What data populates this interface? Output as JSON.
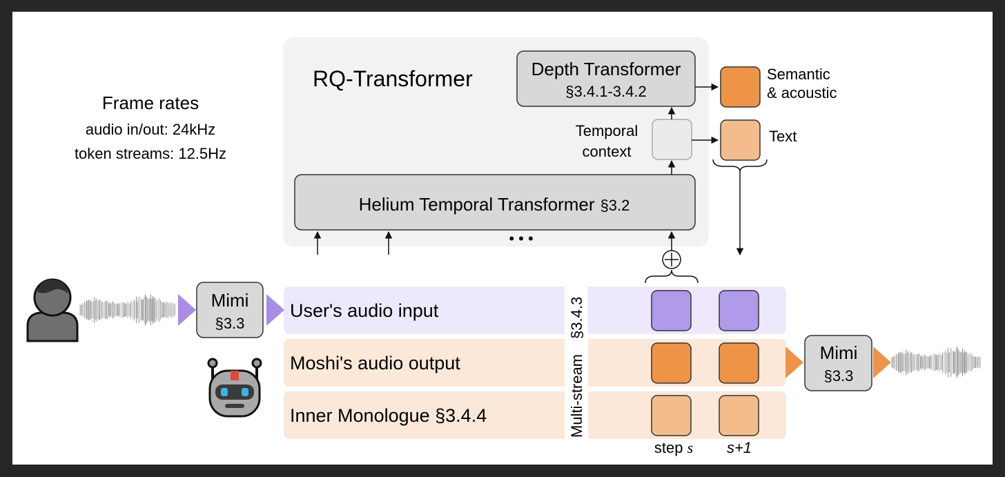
{
  "frame_rates": {
    "title": "Frame rates",
    "audio": "audio in/out: 24kHz",
    "tokens": "token streams: 12.5Hz"
  },
  "rq_transformer": {
    "title": "RQ-Transformer",
    "depth_title": "Depth Transformer",
    "depth_ref": "§3.4.1-3.4.2",
    "temporal_context_line1": "Temporal",
    "temporal_context_line2": "context",
    "helium_title": "Helium Temporal  Transformer",
    "helium_ref": "§3.2",
    "ellipsis": "• • •"
  },
  "outputs": {
    "semantic_line1": "Semantic",
    "semantic_line2": "& acoustic",
    "text": "Text"
  },
  "mimi_in": {
    "name": "Mimi",
    "ref": "§3.3"
  },
  "mimi_out": {
    "name": "Mimi",
    "ref": "§3.3"
  },
  "streams": {
    "user": "User's audio input",
    "moshi": "Moshi's audio output",
    "monologue": "Inner Monologue §3.4.4",
    "multistream": "Multi-stream",
    "multistream_ref": "§3.4.3"
  },
  "steps": {
    "step": "step",
    "s": "s",
    "s_plus": "s+1"
  },
  "plus_symbol": "⊕",
  "colors": {
    "purple_token": "#b09aea",
    "purple_band": "#ede8fb",
    "orange_token": "#ee9448",
    "light_orange_token": "#f2bc8c",
    "orange_band": "#fbe8d9",
    "gray_box": "#d8d8d8",
    "rq_panel": "#f2f2f2",
    "arrow_purple": "#a98be8",
    "arrow_orange": "#ee9448"
  },
  "icons": [
    "user-person-icon",
    "robot-icon",
    "waveform-icon"
  ]
}
